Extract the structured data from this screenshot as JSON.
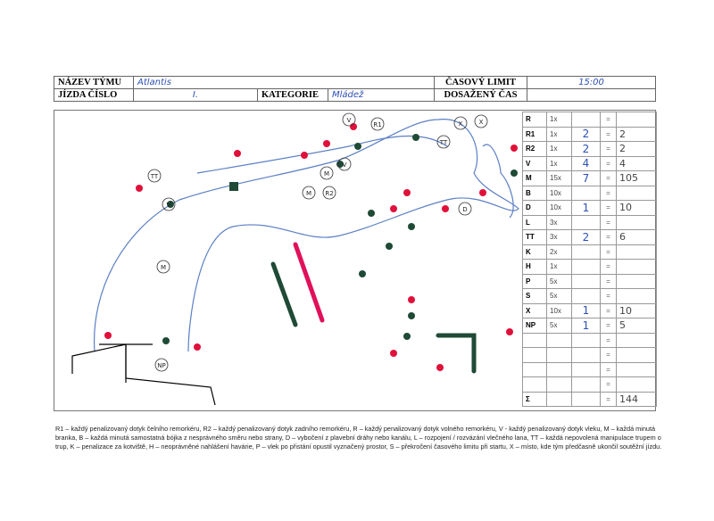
{
  "header": {
    "team_label": "NÁZEV TÝMU",
    "team_value": "Atlantis",
    "ride_label": "JÍZDA ČÍSLO",
    "ride_value": "I.",
    "category_label": "KATEGORIE",
    "category_value": "Mládež",
    "time_limit_label": "ČASOVÝ LIMIT",
    "time_limit_value": "15:00",
    "achieved_time_label": "DOSAŽENÝ ČAS",
    "achieved_time_value": ""
  },
  "score": {
    "rows": [
      {
        "code": "R",
        "mult": "1x",
        "count": "",
        "eq": "=",
        "result": ""
      },
      {
        "code": "R1",
        "mult": "1x",
        "count": "2",
        "eq": "=",
        "result": "2"
      },
      {
        "code": "R2",
        "mult": "1x",
        "count": "2",
        "eq": "=",
        "result": "2"
      },
      {
        "code": "V",
        "mult": "1x",
        "count": "4",
        "eq": "=",
        "result": "4"
      },
      {
        "code": "M",
        "mult": "15x",
        "count": "7",
        "eq": "=",
        "result": "105"
      },
      {
        "code": "B",
        "mult": "10x",
        "count": "",
        "eq": "=",
        "result": ""
      },
      {
        "code": "D",
        "mult": "10x",
        "count": "1",
        "eq": "=",
        "result": "10"
      },
      {
        "code": "L",
        "mult": "3x",
        "count": "",
        "eq": "=",
        "result": ""
      },
      {
        "code": "TT",
        "mult": "3x",
        "count": "2",
        "eq": "=",
        "result": "6"
      },
      {
        "code": "K",
        "mult": "2x",
        "count": "",
        "eq": "=",
        "result": ""
      },
      {
        "code": "H",
        "mult": "1x",
        "count": "",
        "eq": "=",
        "result": ""
      },
      {
        "code": "P",
        "mult": "5x",
        "count": "",
        "eq": "=",
        "result": ""
      },
      {
        "code": "S",
        "mult": "5x",
        "count": "",
        "eq": "=",
        "result": ""
      },
      {
        "code": "X",
        "mult": "10x",
        "count": "1",
        "eq": "=",
        "result": "10"
      },
      {
        "code": "NP",
        "mult": "5x",
        "count": "1",
        "eq": "=",
        "result": "5"
      },
      {
        "code": "",
        "mult": "",
        "count": "",
        "eq": "=",
        "result": ""
      },
      {
        "code": "",
        "mult": "",
        "count": "",
        "eq": "=",
        "result": ""
      },
      {
        "code": "",
        "mult": "",
        "count": "",
        "eq": "=",
        "result": ""
      },
      {
        "code": "",
        "mult": "",
        "count": "",
        "eq": "=",
        "result": ""
      },
      {
        "code": "Σ",
        "mult": "",
        "count": "",
        "eq": "=",
        "result": "144"
      }
    ]
  },
  "map_marks": [
    "TT",
    "V",
    "M",
    "NP",
    "X",
    "M",
    "R2",
    "V",
    "R1",
    "TT",
    "M",
    "V",
    "D",
    "X"
  ],
  "legend": "R1 – každý penalizovaný dotyk čelního remorkéru, R2 – každý penalizovaný dotyk zadního remorkéru, R – každý penalizovaný dotyk volného remorkéru, V - každý penalizovaný dotyk vleku, M – každá minutá branka, B – každá minutá samostatná bójka z nesprávného směru nebo strany, D – vybočení z plavební dráhy nebo kanálu, L – rozpojení / rozvázání vlečného lana, TT – každá nepovolená manipulace trupem o trup, K – penalizace za kotviště, H – neoprávněné nahlášení havárie, P – vlek po přistání opustil vyznačený prostor, S – překročení časového limitu při startu, X – místo, kde tým předčasně ukončil soutěžní jízdu."
}
